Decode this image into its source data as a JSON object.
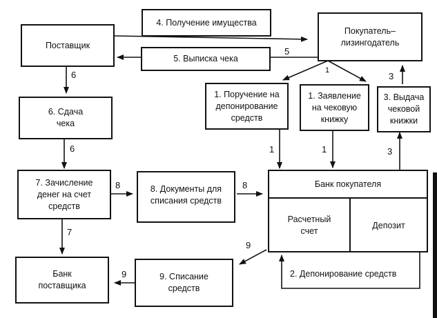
{
  "diagram": {
    "nodes": {
      "supplier": "Поставщик",
      "receive_property": "4. Получение имущества",
      "write_check": "5. Выписка чека",
      "buyer": "Покупатель–\nлизингодатель",
      "order_deposit": "1. Поручение на\nдепонирование\nсредств",
      "checkbook_request": "1. Заявление\nна чековую\nкнижку",
      "checkbook_issue": "3. Выдача\nчековой\nкнижки",
      "check_handover": "6. Сдача\nчека",
      "credit_money": "7. Зачисление\nденег на счет\nсредств",
      "write_off_docs": "8. Документы для\nсписания средств",
      "buyer_bank": "Банк покупателя",
      "settlement_account": "Расчетный\nсчет",
      "deposit": "Депозит",
      "funds_deposit": "2. Депонирование средств",
      "supplier_bank": "Банк\nпоставщика",
      "write_off": "9. Списание\nсредств"
    },
    "edge_labels": {
      "e5": "5",
      "e1_top": "1",
      "e3_top": "3",
      "e6_a": "6",
      "e6_b": "6",
      "e1_a": "1",
      "e1_b": "1",
      "e3_b": "3",
      "e8_a": "8",
      "e8_b": "8",
      "e7": "7",
      "e9_a": "9",
      "e9_b": "9"
    }
  }
}
